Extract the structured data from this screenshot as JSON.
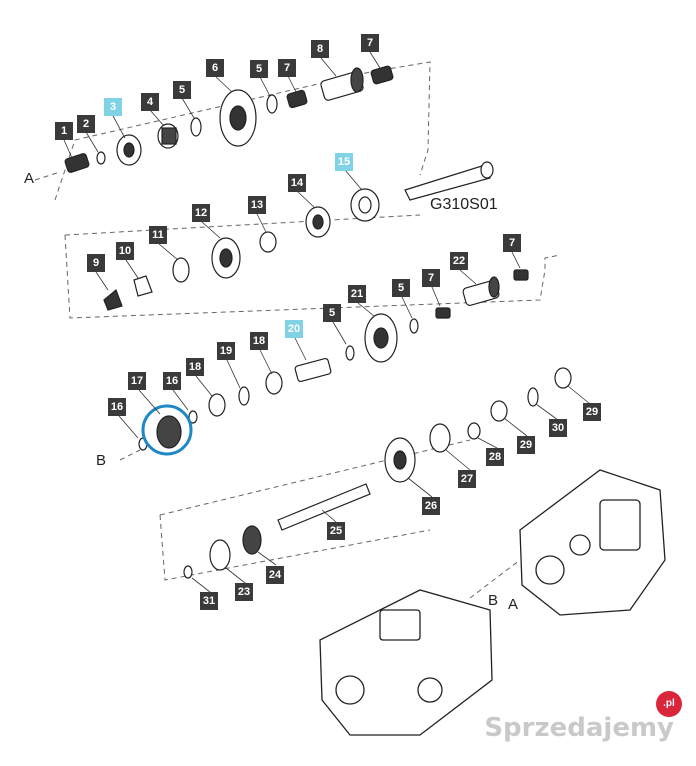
{
  "diagram": {
    "code": "G310S01",
    "point_a": "A",
    "point_b": "B",
    "watermark": "Sprzedajemy",
    "watermark_badge": ".pl",
    "labels": {
      "l1": "1",
      "l2": "2",
      "l3": "3",
      "l4": "4",
      "l5a": "5",
      "l6": "6",
      "l5b": "5",
      "l7a": "7",
      "l8": "8",
      "l7b": "7",
      "l15": "15",
      "l9": "9",
      "l10": "10",
      "l11": "11",
      "l12": "12",
      "l13": "13",
      "l14": "14",
      "l7c": "7",
      "l22": "22",
      "l21": "21",
      "l5c": "5",
      "l7d": "7",
      "l20": "20",
      "l5d": "5",
      "l18a": "18",
      "l19": "19",
      "l17": "17",
      "l16a": "16",
      "l18b": "18",
      "l16b": "16",
      "l30": "30",
      "l29a": "29",
      "l29b": "29",
      "l28": "28",
      "l27": "27",
      "l26": "26",
      "l25": "25",
      "l24": "24",
      "l23": "23",
      "l31": "31"
    },
    "colors": {
      "label_bg": "#3a3a3a",
      "label_highlight": "#7fd3e4",
      "ring": "#1e88c7"
    }
  }
}
